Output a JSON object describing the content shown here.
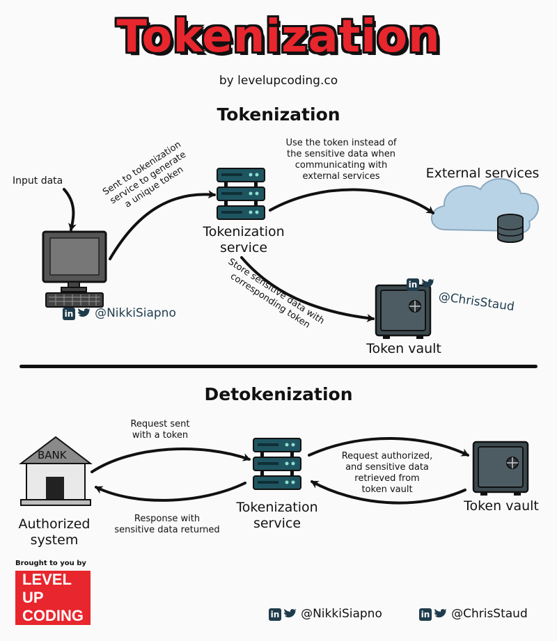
{
  "title": "Tokenization",
  "byline": "by levelupcoding.co",
  "tokenization": {
    "heading": "Tokenization",
    "input_data": "Input data",
    "sent_note": [
      "Sent to tokenization",
      "service to generate",
      "a unique token"
    ],
    "use_note": [
      "Use the token instead of",
      "the sensitive data when",
      "communicating with",
      "external services"
    ],
    "external_services": "External services",
    "service_label": [
      "Tokenization",
      "service"
    ],
    "store_note": [
      "Store sensitive data with",
      "corresponding token"
    ],
    "vault_label": "Token vault",
    "handle_left": "@NikkiSiapno",
    "handle_right": "@ChrisStaud"
  },
  "detokenization": {
    "heading": "Detokenization",
    "bank_text": "BANK",
    "authorized_label": [
      "Authorized",
      "system"
    ],
    "request_note": [
      "Request sent",
      "with a token"
    ],
    "response_note": [
      "Response with",
      "sensitive data returned"
    ],
    "service_label": [
      "Tokenization",
      "service"
    ],
    "authorized_note": [
      "Request authorized,",
      "and sensitive data",
      "retrieved from",
      "token vault"
    ],
    "vault_label": "Token vault"
  },
  "footer": {
    "brought": "Brought to you by",
    "brand_line1": "LEVEL UP",
    "brand_line2": "CODING",
    "handle_left": "@NikkiSiapno",
    "handle_right": "@ChrisStaud",
    "linkedin_glyph": "in"
  },
  "colors": {
    "accent": "#e8262d",
    "server": "#1f5560",
    "cloud": "#b9d3e6",
    "vault": "#3c4a50"
  }
}
